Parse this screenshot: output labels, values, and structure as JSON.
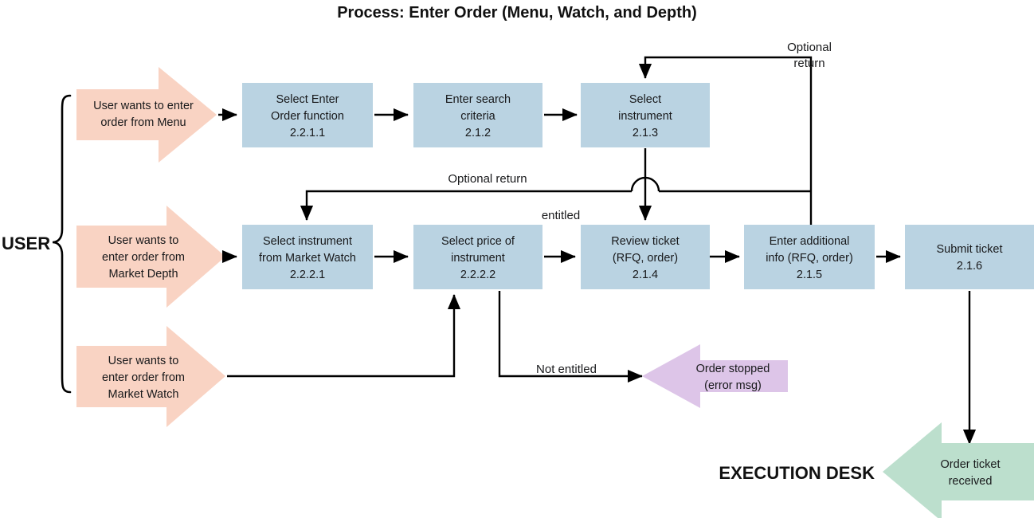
{
  "title": "Process: Enter Order (Menu, Watch, and Depth)",
  "lanes": [
    {
      "name": "user-lane",
      "label": "USER"
    },
    {
      "name": "execution-desk-lane",
      "label": "EXECUTION DESK"
    }
  ],
  "start_arrows": [
    {
      "id": "start-menu",
      "color": "#f9d3c3",
      "direction": "right",
      "lines": [
        "User wants to enter",
        "order from Menu"
      ]
    },
    {
      "id": "start-market-depth",
      "color": "#f9d3c3",
      "direction": "right",
      "lines": [
        "User wants to",
        "enter order from",
        "Market Depth"
      ]
    },
    {
      "id": "start-market-watch",
      "color": "#f9d3c3",
      "direction": "right",
      "lines": [
        "User wants to",
        "enter order from",
        "Market Watch"
      ]
    }
  ],
  "process_boxes": [
    {
      "id": "select-enter-order-function",
      "lines": [
        "Select Enter",
        "Order function",
        "2.2.1.1"
      ],
      "step": "2.2.1.1"
    },
    {
      "id": "enter-search-criteria",
      "lines": [
        "Enter search",
        "criteria",
        "2.1.2"
      ],
      "step": "2.1.2"
    },
    {
      "id": "select-instrument",
      "lines": [
        "Select",
        "instrument",
        "2.1.3"
      ],
      "step": "2.1.3"
    },
    {
      "id": "select-instrument-from-market-watch",
      "lines": [
        "Select instrument",
        "from Market Watch",
        "2.2.2.1"
      ],
      "step": "2.2.2.1"
    },
    {
      "id": "select-price-of-instrument",
      "lines": [
        "Select price of",
        "instrument",
        "2.2.2.2"
      ],
      "step": "2.2.2.2"
    },
    {
      "id": "review-ticket",
      "lines": [
        "Review ticket",
        "(RFQ, order)",
        "2.1.4"
      ],
      "step": "2.1.4"
    },
    {
      "id": "enter-additional-info",
      "lines": [
        "Enter additional",
        "info (RFQ, order)",
        "2.1.5"
      ],
      "step": "2.1.5"
    },
    {
      "id": "submit-ticket",
      "lines": [
        "Submit ticket",
        "2.1.6"
      ],
      "step": "2.1.6"
    }
  ],
  "end_arrows": [
    {
      "id": "order-stopped",
      "color": "#ddc5e8",
      "direction": "left",
      "lines": [
        "Order stopped",
        "(error msg)"
      ]
    },
    {
      "id": "order-ticket-received",
      "color": "#bcdfcd",
      "direction": "left",
      "lines": [
        "Order ticket",
        "received"
      ]
    }
  ],
  "edge_labels": [
    {
      "id": "optional-return-top",
      "lines": [
        "Optional",
        "return"
      ]
    },
    {
      "id": "optional-return-middle",
      "lines": [
        "Optional return"
      ]
    },
    {
      "id": "entitled",
      "lines": [
        "entitled"
      ]
    },
    {
      "id": "not-entitled",
      "lines": [
        "Not entitled"
      ]
    }
  ],
  "colors": {
    "process_box": "#bad3e2",
    "start_arrow": "#f9d3c3",
    "error_arrow": "#ddc5e8",
    "success_arrow": "#bcdfcd",
    "line": "#000000",
    "text": "#18191b",
    "background": "#ffffff"
  },
  "chart_data": {
    "type": "diagram",
    "title": "Process: Enter Order (Menu, Watch, and Depth)",
    "nodes": [
      "User wants to enter order from Menu",
      "Select Enter Order function 2.2.1.1",
      "Enter search criteria 2.1.2",
      "Select instrument 2.1.3",
      "User wants to enter order from Market Depth",
      "Select instrument from Market Watch 2.2.2.1",
      "Select price of instrument 2.2.2.2",
      "Review ticket (RFQ, order) 2.1.4",
      "Enter additional info (RFQ, order) 2.1.5",
      "Submit ticket 2.1.6",
      "User wants to enter order from Market Watch",
      "Order stopped (error msg)",
      "Order ticket received"
    ],
    "edges": [
      {
        "from": "User wants to enter order from Menu",
        "to": "Select Enter Order function 2.2.1.1",
        "label": ""
      },
      {
        "from": "Select Enter Order function 2.2.1.1",
        "to": "Enter search criteria 2.1.2",
        "label": ""
      },
      {
        "from": "Enter search criteria 2.1.2",
        "to": "Select instrument 2.1.3",
        "label": ""
      },
      {
        "from": "Select instrument 2.1.3",
        "to": "Review ticket (RFQ, order) 2.1.4",
        "label": ""
      },
      {
        "from": "Enter additional info (RFQ, order) 2.1.5",
        "to": "Select instrument 2.1.3",
        "label": "Optional return"
      },
      {
        "from": "Enter additional info (RFQ, order) 2.1.5",
        "to": "Select instrument from Market Watch 2.2.2.1",
        "label": "Optional return"
      },
      {
        "from": "User wants to enter order from Market Depth",
        "to": "Select instrument from Market Watch 2.2.2.1",
        "label": ""
      },
      {
        "from": "Select instrument from Market Watch 2.2.2.1",
        "to": "Select price of instrument 2.2.2.2",
        "label": ""
      },
      {
        "from": "Select price of instrument 2.2.2.2",
        "to": "Review ticket (RFQ, order) 2.1.4",
        "label": "entitled"
      },
      {
        "from": "Select price of instrument 2.2.2.2",
        "to": "Order stopped (error msg)",
        "label": "Not entitled"
      },
      {
        "from": "Review ticket (RFQ, order) 2.1.4",
        "to": "Enter additional info (RFQ, order) 2.1.5",
        "label": ""
      },
      {
        "from": "Enter additional info (RFQ, order) 2.1.5",
        "to": "Submit ticket 2.1.6",
        "label": ""
      },
      {
        "from": "Submit ticket 2.1.6",
        "to": "Order ticket received",
        "label": ""
      },
      {
        "from": "User wants to enter order from Market Watch",
        "to": "Select price of instrument 2.2.2.2",
        "label": ""
      }
    ]
  }
}
